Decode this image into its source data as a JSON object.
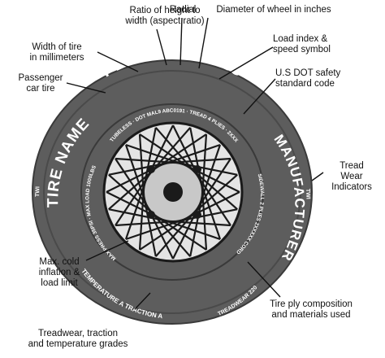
{
  "tire_size_code": "P185/75R14 82S",
  "sidewall": {
    "tire_name": "TIRE NAME",
    "manufacturer": "MANUFACTURER",
    "inner_top": "RADIAL · TUBELESS · DOT MAL9 ABC0191 · TREAD 4 PLIES · 2XXXXX CORD",
    "inner_right": "SIDEWALL 2 PLIES 2XXXXX CORD",
    "inner_left": "MAX PRESS 35PSI · MAX LOAD 1000LBS",
    "bottom_left": "TEMPERATURE A   TRACTION A",
    "bottom_right": "TREADWEAR 220",
    "twi_marker": "TWI"
  },
  "callouts": {
    "ratio": [
      "Ratio of height to",
      "width (aspect ratio)"
    ],
    "radial": [
      "Radial"
    ],
    "diameter": [
      "Diameter of wheel in inches"
    ],
    "width": [
      "Width of tire",
      "in millimeters"
    ],
    "load_index": [
      "Load index &",
      "speed symbol"
    ],
    "passenger": [
      "Passenger",
      "car tire"
    ],
    "dot": [
      "U.S DOT safety",
      "standard code"
    ],
    "tread_wear": [
      "Tread",
      "Wear",
      "Indicators"
    ],
    "max_cold": [
      "Max. cold",
      "inflation &",
      "load limit"
    ],
    "ply": [
      "Tire ply composition",
      "and materials used"
    ],
    "treadwear_grades": [
      "Treadwear, traction",
      "and temperature grades"
    ]
  },
  "colors": {
    "tire": "#5d5d5d",
    "tire_edge": "#3a3a3a",
    "groove": "#4a4a4a",
    "sidewall_text": "#ffffff",
    "wheel_bg": "#e4e4e4",
    "hub": "#c8c8c8",
    "spokes": "#1a1a1a",
    "leader": "#111111"
  }
}
